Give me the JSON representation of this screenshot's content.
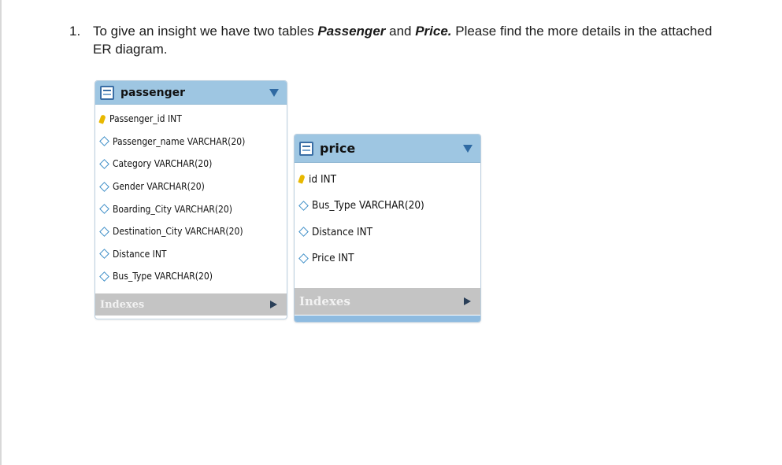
{
  "question": {
    "number": "1.",
    "text_part1": "To give an insight we have two tables ",
    "table1": "Passenger",
    "and": " and ",
    "table2": "Price.",
    "text_part2": "  Please find the more details in the attached ER diagram."
  },
  "passenger_table": {
    "title": "passenger",
    "columns": [
      {
        "icon": "primary-key-icon",
        "label": "Passenger_id INT"
      },
      {
        "icon": "column-diamond-icon",
        "label": "Passenger_name VARCHAR(20)"
      },
      {
        "icon": "column-diamond-icon",
        "label": "Category VARCHAR(20)"
      },
      {
        "icon": "column-diamond-icon",
        "label": "Gender VARCHAR(20)"
      },
      {
        "icon": "column-diamond-icon",
        "label": "Boarding_City VARCHAR(20)"
      },
      {
        "icon": "column-diamond-icon",
        "label": "Destination_City VARCHAR(20)"
      },
      {
        "icon": "column-diamond-icon",
        "label": "Distance INT"
      },
      {
        "icon": "column-diamond-icon",
        "label": "Bus_Type VARCHAR(20)"
      }
    ],
    "indexes_label": "Indexes"
  },
  "price_table": {
    "title": "price",
    "columns": [
      {
        "icon": "primary-key-icon",
        "label": "id INT"
      },
      {
        "icon": "column-diamond-icon",
        "label": "Bus_Type VARCHAR(20)"
      },
      {
        "icon": "column-diamond-icon",
        "label": "Distance INT"
      },
      {
        "icon": "column-diamond-icon",
        "label": "Price INT"
      }
    ],
    "indexes_label": "Indexes"
  },
  "colors": {
    "header": "#9ec6e2",
    "indexes_bar": "#c4c4c4",
    "key": "#e8b800",
    "diamond": "#3f8fc8"
  }
}
